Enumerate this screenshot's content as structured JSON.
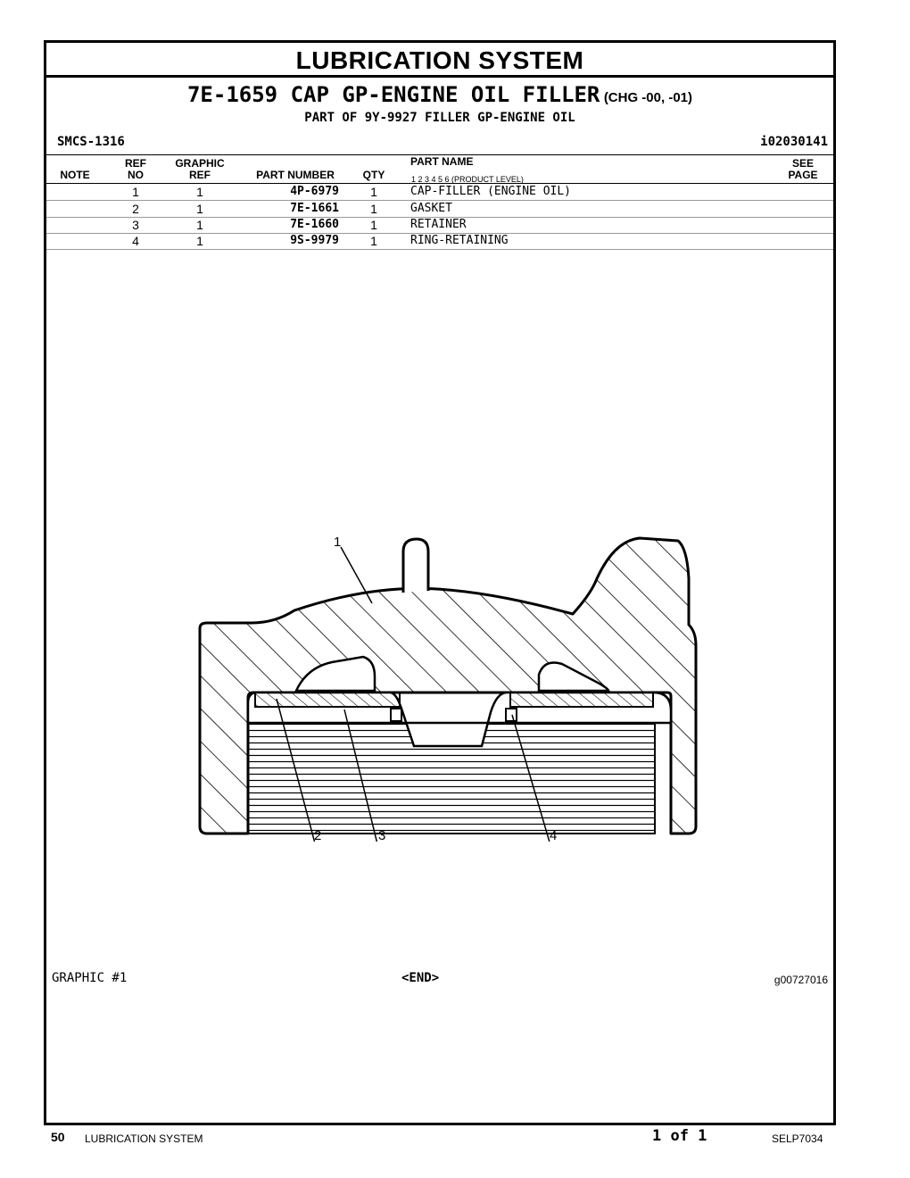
{
  "header": {
    "title": "LUBRICATION SYSTEM",
    "group_title": "7E-1659 CAP GP-ENGINE OIL FILLER",
    "change_note": "(CHG -00, -01)",
    "part_of": "PART OF 9Y-9927 FILLER GP-ENGINE OIL",
    "smcs": "SMCS-1316",
    "doc_id": "i02030141"
  },
  "table": {
    "columns": {
      "note": "NOTE",
      "ref_no_1": "REF",
      "ref_no_2": "NO",
      "graphic_ref_1": "GRAPHIC",
      "graphic_ref_2": "REF",
      "part_number": "PART NUMBER",
      "qty": "QTY",
      "part_name": "PART NAME",
      "levels": "1   2   3   4   5   6   (PRODUCT LEVEL)",
      "see_page_1": "SEE",
      "see_page_2": "PAGE"
    },
    "rows": [
      {
        "ref_no": "1",
        "graphic_ref": "1",
        "part_number": "4P-6979",
        "qty": "1",
        "part_name": "CAP-FILLER (ENGINE OIL)"
      },
      {
        "ref_no": "2",
        "graphic_ref": "1",
        "part_number": "7E-1661",
        "qty": "1",
        "part_name": "GASKET"
      },
      {
        "ref_no": "3",
        "graphic_ref": "1",
        "part_number": "7E-1660",
        "qty": "1",
        "part_name": "RETAINER"
      },
      {
        "ref_no": "4",
        "graphic_ref": "1",
        "part_number": "9S-9979",
        "qty": "1",
        "part_name": "RING-RETAINING"
      }
    ]
  },
  "graphic": {
    "callouts": [
      "1",
      "2",
      "3",
      "4"
    ],
    "label": "GRAPHIC #1",
    "end_marker": "<END>",
    "graphic_id": "g00727016"
  },
  "footer": {
    "page_number": "50",
    "section": "LUBRICATION SYSTEM",
    "page_of": "1 of 1",
    "doc_code": "SELP7034"
  }
}
